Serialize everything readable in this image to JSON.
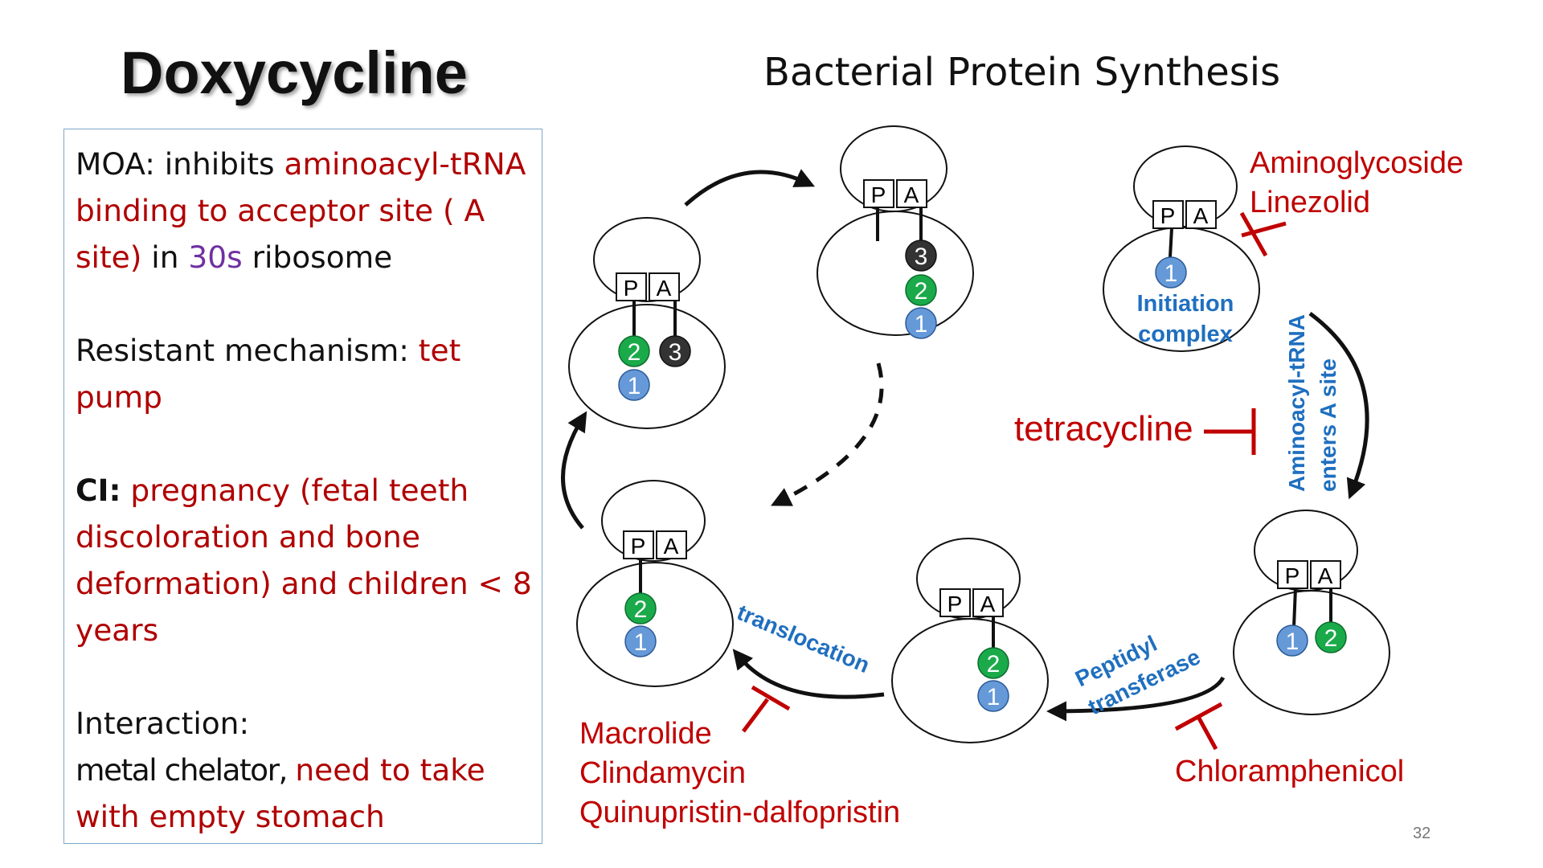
{
  "title": "Doxycycline",
  "diagram_title": "Bacterial Protein Synthesis",
  "info": {
    "moa": {
      "label": "MOA: inhibits ",
      "highlight1": "aminoacyl-tRNA binding to acceptor site ( A site)",
      "mid": " in ",
      "highlight2": "30s",
      "end": " ribosome"
    },
    "resistance": {
      "label": "Resistant mechanism: ",
      "value": "tet pump"
    },
    "ci": {
      "label": "CI:",
      "value": " pregnancy (fetal teeth discoloration and bone deformation) and children < 8 years"
    },
    "interaction": {
      "label": "Interaction:",
      "value1": "metal chelator, ",
      "value2": "need to take with empty stomach"
    }
  },
  "diagram": {
    "site_p": "P",
    "site_a": "A",
    "tRNA_numbers": [
      "1",
      "2",
      "3"
    ],
    "step_labels": {
      "initiation_line1": "Initiation",
      "initiation_line2": "complex",
      "aminoacyl_line1": "Aminoacyl-tRNA",
      "aminoacyl_line2": "enters A site",
      "peptidyl_line1": "Peptidyl",
      "peptidyl_line2": "transferase",
      "translocation": "translocation"
    },
    "inhibitors": {
      "aminoglycoside": "Aminoglycoside",
      "linezolid": "Linezolid",
      "tetracycline": "tetracycline",
      "chloramphenicol": "Chloramphenicol",
      "macrolide": "Macrolide",
      "clindamycin": "Clindamycin",
      "quinupristin": "Quinupristin-dalfopristin"
    }
  },
  "colors": {
    "inhibitor_red": "#c00000",
    "label_blue": "#1f6fbf",
    "trna_blue": "#6699d8",
    "trna_green": "#1aaa4a",
    "trna_dark": "#333333"
  },
  "page_number": "32"
}
